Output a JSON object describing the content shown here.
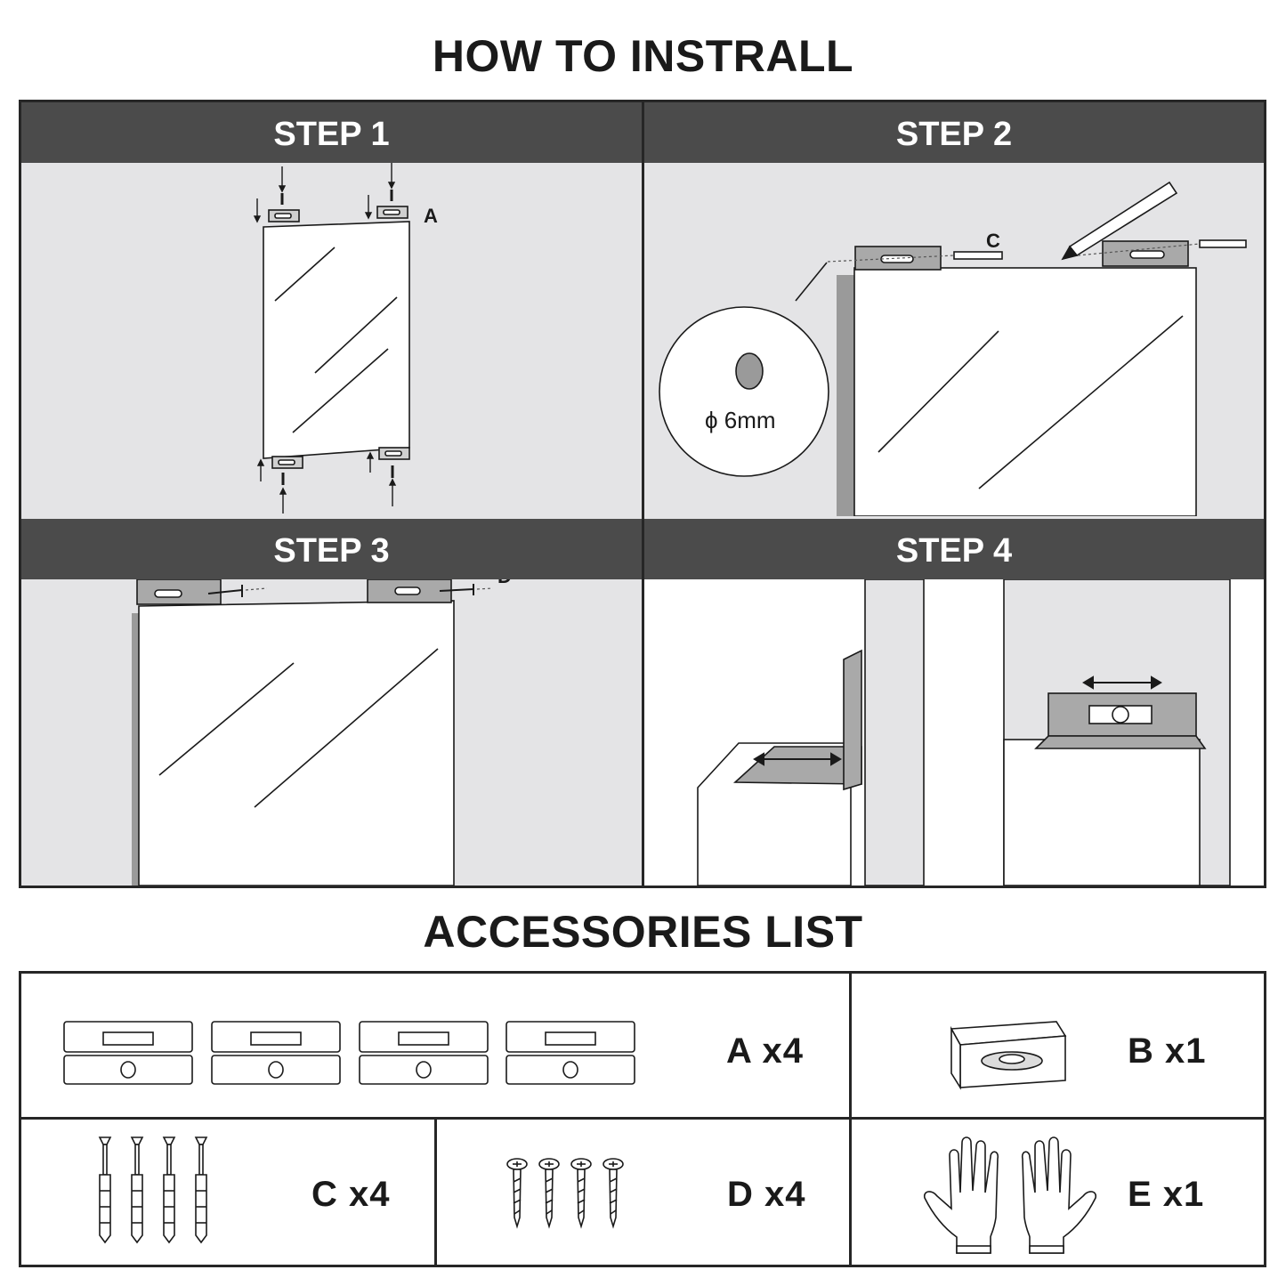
{
  "title": "HOW TO INSTRALL",
  "steps": [
    {
      "label": "STEP 1",
      "callout": "A"
    },
    {
      "label": "STEP 2",
      "callout": "C",
      "hole_size": "ϕ 6mm"
    },
    {
      "label": "STEP 3",
      "callout": "D"
    },
    {
      "label": "STEP 4"
    }
  ],
  "accessories": {
    "title": "ACCESSORIES LIST",
    "items": [
      {
        "id": "A",
        "label": "A x4",
        "icon": "bracket-icon"
      },
      {
        "id": "B",
        "label": "B x1",
        "icon": "spirit-level-icon"
      },
      {
        "id": "C",
        "label": "C x4",
        "icon": "wall-anchor-icon"
      },
      {
        "id": "D",
        "label": "D x4",
        "icon": "screw-icon"
      },
      {
        "id": "E",
        "label": "E x1",
        "icon": "gloves-icon"
      }
    ]
  },
  "colors": {
    "header": "#4b4b4b",
    "panel_bg": "#e4e4e6",
    "border": "#262626",
    "text": "#1a1a1a"
  }
}
